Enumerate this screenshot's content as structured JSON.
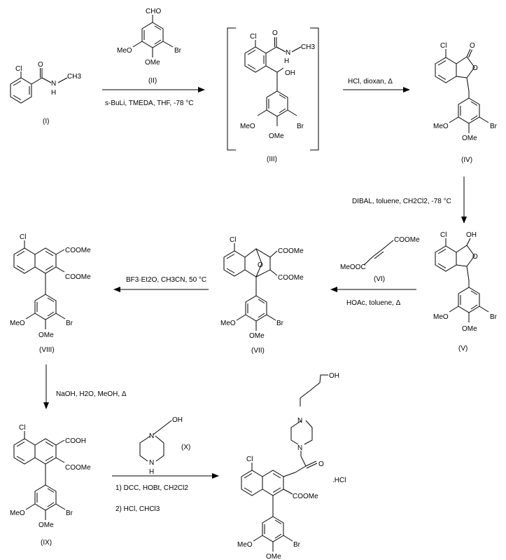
{
  "compounds": {
    "c1": {
      "label": "(I)",
      "atoms": {
        "cl": "Cl",
        "o": "O",
        "n": "N",
        "h": "H",
        "me": "CH3"
      }
    },
    "c2": {
      "label": "(II)",
      "atoms": {
        "cho": "CHO",
        "br": "Br",
        "meo": "MeO",
        "ome": "OMe"
      }
    },
    "c3": {
      "label": "(III)",
      "atoms": {
        "cl": "Cl",
        "o": "O",
        "n": "N",
        "me": "CH3",
        "h": "H",
        "oh": "OH",
        "meo": "MeO",
        "br": "Br",
        "ome": "OMe"
      }
    },
    "c4": {
      "label": "(IV)",
      "atoms": {
        "cl": "Cl",
        "o1": "O",
        "o2": "O",
        "meo": "MeO",
        "br": "Br",
        "ome": "OMe"
      }
    },
    "c5": {
      "label": "(V)",
      "atoms": {
        "cl": "Cl",
        "oh": "OH",
        "o": "O",
        "meo": "MeO",
        "br": "Br",
        "ome": "OMe"
      }
    },
    "c6": {
      "label": "(VI)",
      "atoms": {
        "coome1": "COOMe",
        "meooc": "MeOOC"
      }
    },
    "c7": {
      "label": "(VII)",
      "atoms": {
        "cl": "Cl",
        "o": "O",
        "coome1": "COOMe",
        "coome2": "COOMe",
        "meo": "MeO",
        "br": "Br",
        "ome": "OMe"
      }
    },
    "c8": {
      "label": "(VIII)",
      "atoms": {
        "cl": "Cl",
        "coome1": "COOMe",
        "coome2": "COOMe",
        "meo": "MeO",
        "br": "Br",
        "ome": "OMe"
      }
    },
    "c9": {
      "label": "(IX)",
      "atoms": {
        "cl": "Cl",
        "cooh": "COOH",
        "coome": "COOMe",
        "meo": "MeO",
        "br": "Br",
        "ome": "OMe"
      }
    },
    "c10": {
      "label": "(X)",
      "atoms": {
        "oh": "OH",
        "n1": "N",
        "n2": "N",
        "h": "H"
      }
    },
    "product": {
      "atoms": {
        "oh": "OH",
        "n1": "N",
        "n2": "N",
        "o": "O",
        "cl": "Cl",
        "coome": "COOMe",
        "hcl": ".HCl",
        "meo": "MeO",
        "br": "Br",
        "ome": "OMe"
      }
    }
  },
  "reagents": {
    "step1_below": "s-BuLi, TMEDA, THF, -78 °C",
    "step2_above": "HCl, dioxan, Δ",
    "step3_left": "DIBAL, toluene, CH2Cl2, -78 °C",
    "step4_below": "HOAc, toluene, Δ",
    "step5_above": "BF3·Et2O, CH3CN, 50 °C",
    "step6_right": "NaOH, H2O, MeOH, Δ",
    "step7_below1": "1) DCC, HOBt, CH2Cl2",
    "step7_below2": "2) HCl, CHCl3"
  }
}
